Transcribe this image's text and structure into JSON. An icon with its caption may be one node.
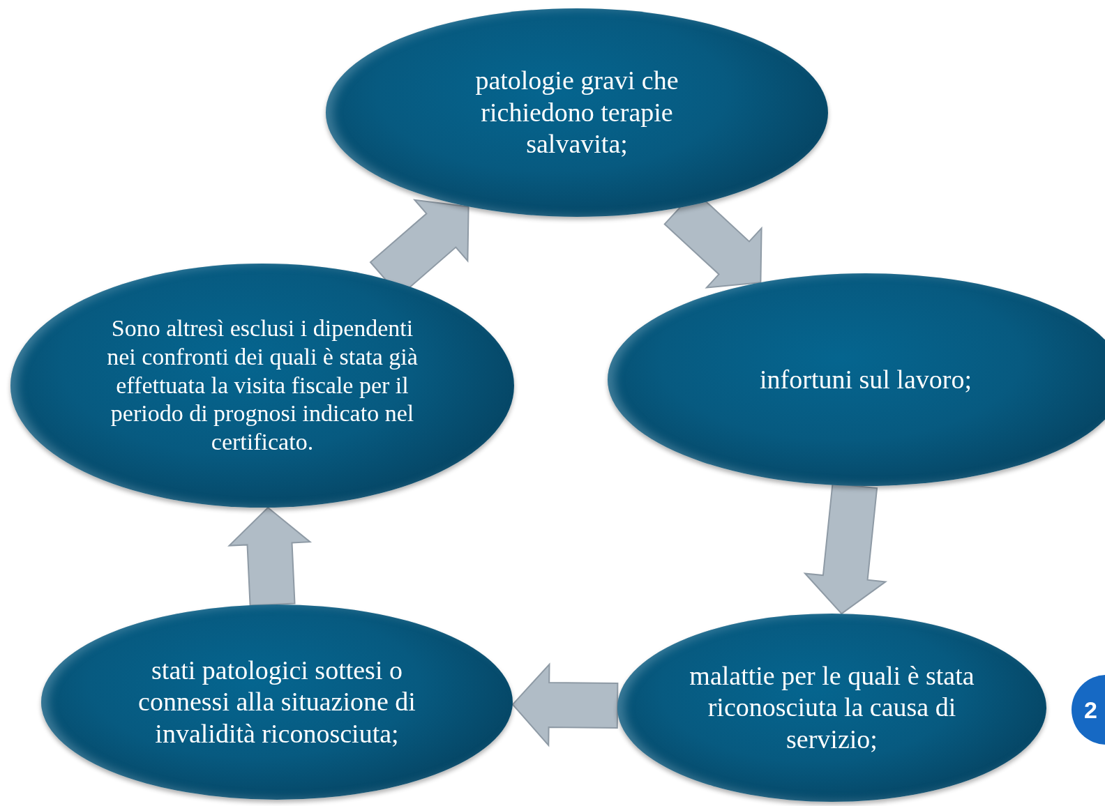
{
  "diagram": {
    "nodes": [
      {
        "text": [
          "patologie gravi che richiedono terapie salvavita;"
        ]
      },
      {
        "text": [
          "Sono altresì esclusi i dipendenti nei confronti dei quali è stata già effettuata la visita fiscale per il periodo di prognosi indicato nel certificato."
        ]
      },
      {
        "text": [
          "infortuni sul lavoro;"
        ]
      },
      {
        "text": [
          "stati patologici sottesi o connessi alla situazione di invalidità riconosciuta;"
        ]
      },
      {
        "text": [
          "malattie per le quali è stata riconosciuta la causa di servizio;"
        ]
      }
    ],
    "edges": [
      {
        "from": 0,
        "to": 2,
        "arrow": "to"
      },
      {
        "from": 2,
        "to": 4,
        "arrow": "to"
      },
      {
        "from": 4,
        "to": 3,
        "arrow": "to"
      },
      {
        "from": 3,
        "to": 1,
        "arrow": "to"
      },
      {
        "from": 1,
        "to": 0,
        "arrow": "to"
      }
    ],
    "labels": [
      "2"
    ]
  }
}
